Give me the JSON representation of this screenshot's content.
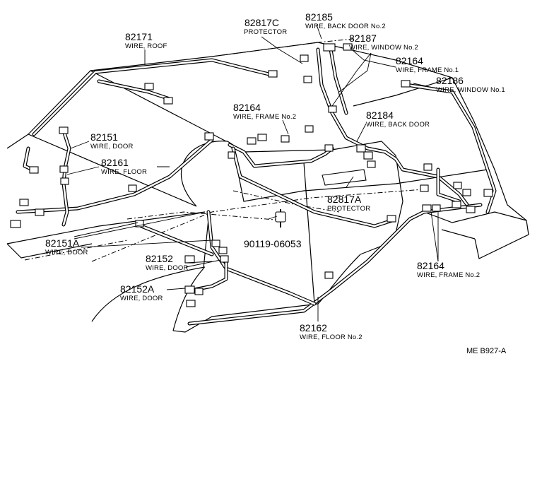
{
  "diagram": {
    "reference_code": "ME B927-A",
    "parts": [
      {
        "number": "82171",
        "description": "WIRE, ROOF"
      },
      {
        "number": "82817C",
        "description": "PROTECTOR"
      },
      {
        "number": "82185",
        "description": "WIRE, BACK DOOR No.2"
      },
      {
        "number": "82187",
        "description": "WIRE, WINDOW No.2"
      },
      {
        "number": "82164",
        "description": "WIRE, FRAME No.1"
      },
      {
        "number": "82186",
        "description": "WIRE, WINDOW No.1"
      },
      {
        "number": "82164",
        "description": "WIRE, FRAME No.2"
      },
      {
        "number": "82184",
        "description": "WIRE, BACK DOOR"
      },
      {
        "number": "82151",
        "description": "WIRE, DOOR"
      },
      {
        "number": "82161",
        "description": "WIRE, FLOOR"
      },
      {
        "number": "82817A",
        "description": "PROTECTOR"
      },
      {
        "number": "90119-06053",
        "description": ""
      },
      {
        "number": "82151A",
        "description": "WIRE, DOOR"
      },
      {
        "number": "82152",
        "description": "WIRE, DOOR"
      },
      {
        "number": "82164",
        "description": "WIRE, FRAME No.2"
      },
      {
        "number": "82152A",
        "description": "WIRE, DOOR"
      },
      {
        "number": "82162",
        "description": "WIRE, FLOOR No.2"
      }
    ]
  }
}
